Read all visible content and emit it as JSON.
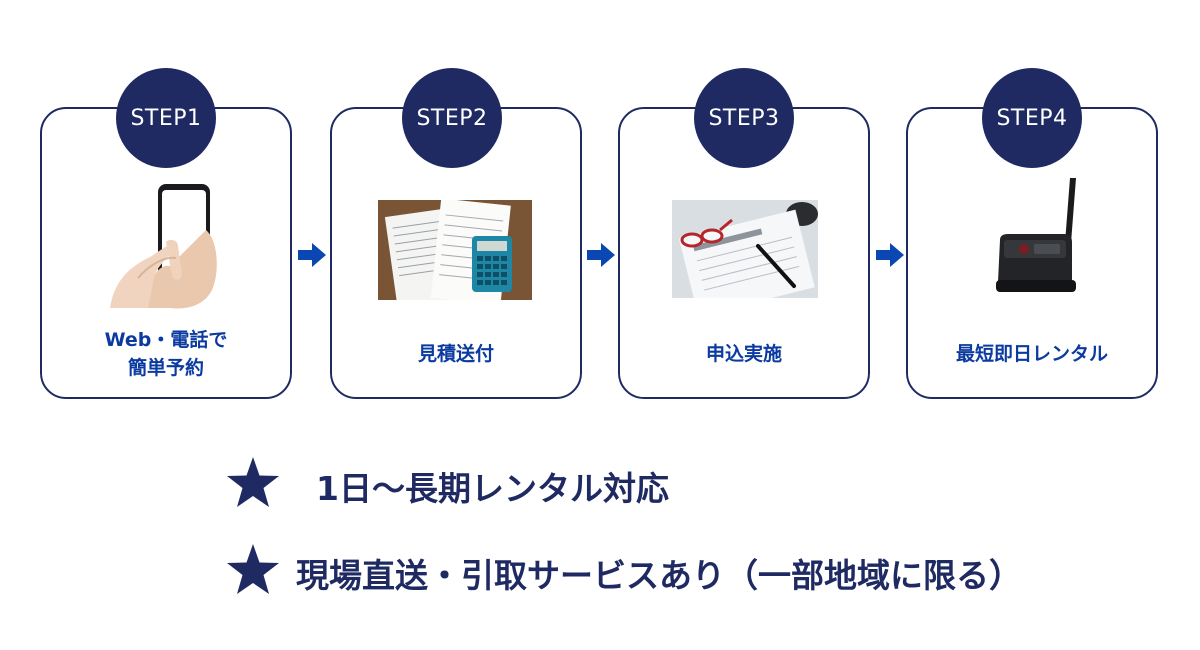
{
  "steps": [
    {
      "badge": "STEP1",
      "label_lines": [
        "Web・電話で",
        "簡単予約"
      ]
    },
    {
      "badge": "STEP2",
      "label_lines": [
        "見積送付"
      ]
    },
    {
      "badge": "STEP3",
      "label_lines": [
        "申込実施"
      ]
    },
    {
      "badge": "STEP4",
      "label_lines": [
        "最短即日レンタル"
      ]
    }
  ],
  "features": [
    {
      "text": "1日〜長期レンタル対応"
    },
    {
      "text": "現場直送・引取サービスあり（一部地域に限る）"
    }
  ],
  "colors": {
    "navy": "#1f2a63",
    "label_blue": "#0b3aa0",
    "arrow_blue": "#0b47b3"
  },
  "icons": {
    "step1": "smartphone-hand-icon",
    "step2": "documents-calculator-icon",
    "step3": "application-form-pen-icon",
    "step4": "antenna-device-icon",
    "arrow": "arrow-right-icon",
    "star": "star-icon"
  }
}
